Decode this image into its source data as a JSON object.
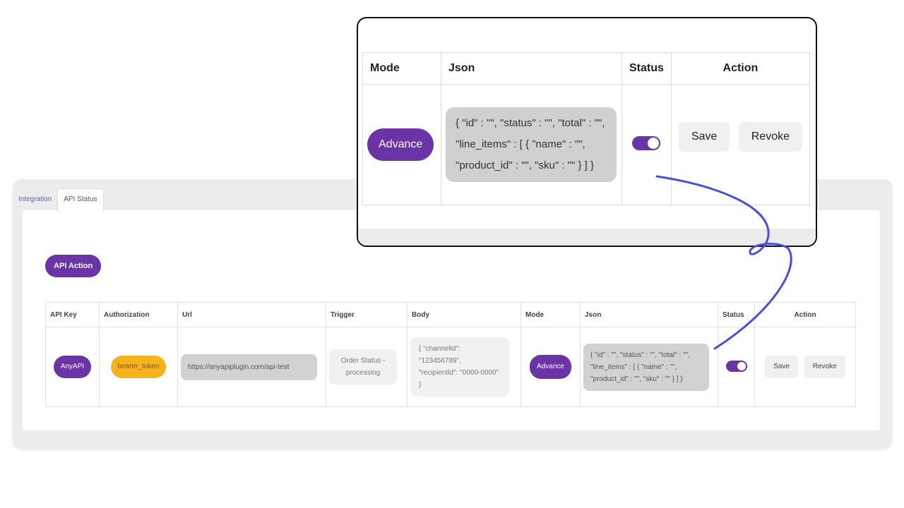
{
  "tabs": [
    {
      "label": "Integration",
      "active": false
    },
    {
      "label": "API Status",
      "active": true
    }
  ],
  "api_action_label": "API Action",
  "main_table": {
    "headers": [
      "API Key",
      "Authorization",
      "Url",
      "Trigger",
      "Body",
      "Mode",
      "Json",
      "Status",
      "Action"
    ],
    "row": {
      "api_key": "AnyAPI",
      "authorization": "bearer_token",
      "url": "https://anyapiplugin.com/api-test",
      "trigger": "Order Status - processing",
      "body": "{ \"channelld\": \"123456789\", \"recipientld\": \"0000-0000\" }",
      "mode": "Advance",
      "json": "{ \"id\" : \"\", \"status\" : \"\", \"total\" : \"\", \"line_items\" : [ { \"name\" : \"\", \"product_id\" : \"\", \"sku\" : \"\" } ] }",
      "status_on": true,
      "save_label": "Save",
      "revoke_label": "Revoke"
    }
  },
  "zoom_table": {
    "headers": [
      "Mode",
      "Json",
      "Status",
      "Action"
    ],
    "row": {
      "mode": "Advance",
      "json": "{ \"id\" : \"\", \"status\" : \"\", \"total\" : \"\", \"line_items\" : [ { \"name\" : \"\", \"product_id\" : \"\", \"sku\" : \"\" } ] }",
      "status_on": true,
      "save_label": "Save",
      "revoke_label": "Revoke"
    }
  },
  "colors": {
    "accent_purple": "#6b34a6",
    "auth_yellow": "#f6b41c",
    "arrow_blue": "#4a4ee0"
  }
}
